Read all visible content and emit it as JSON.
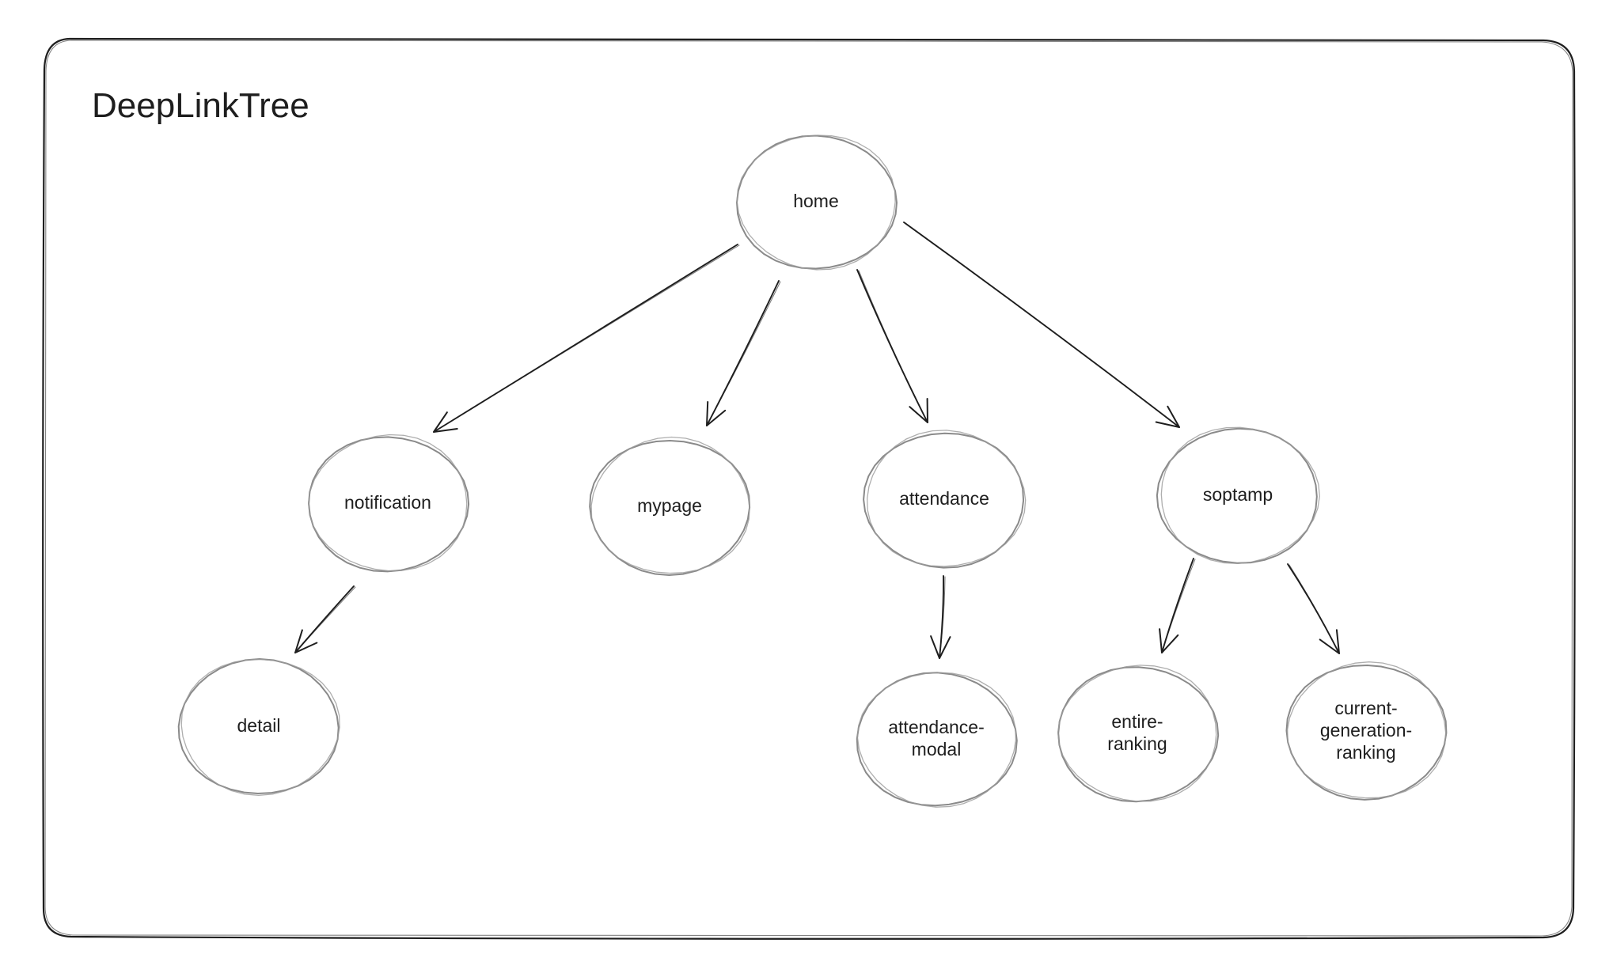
{
  "title": "DeepLinkTree",
  "nodes": [
    {
      "id": "home",
      "label": [
        "home"
      ]
    },
    {
      "id": "notification",
      "label": [
        "notification"
      ]
    },
    {
      "id": "mypage",
      "label": [
        "mypage"
      ]
    },
    {
      "id": "attendance",
      "label": [
        "attendance"
      ]
    },
    {
      "id": "soptamp",
      "label": [
        "soptamp"
      ]
    },
    {
      "id": "detail",
      "label": [
        "detail"
      ]
    },
    {
      "id": "attendance-modal",
      "label": [
        "attendance-",
        "modal"
      ]
    },
    {
      "id": "entire-ranking",
      "label": [
        "entire-",
        "ranking"
      ]
    },
    {
      "id": "current-generation-ranking",
      "label": [
        "current-",
        "generation-",
        "ranking"
      ]
    }
  ],
  "edges": [
    {
      "from": "home",
      "to": "notification"
    },
    {
      "from": "home",
      "to": "mypage"
    },
    {
      "from": "home",
      "to": "attendance"
    },
    {
      "from": "home",
      "to": "soptamp"
    },
    {
      "from": "notification",
      "to": "detail"
    },
    {
      "from": "attendance",
      "to": "attendance-modal"
    },
    {
      "from": "soptamp",
      "to": "entire-ranking"
    },
    {
      "from": "soptamp",
      "to": "current-generation-ranking"
    }
  ]
}
